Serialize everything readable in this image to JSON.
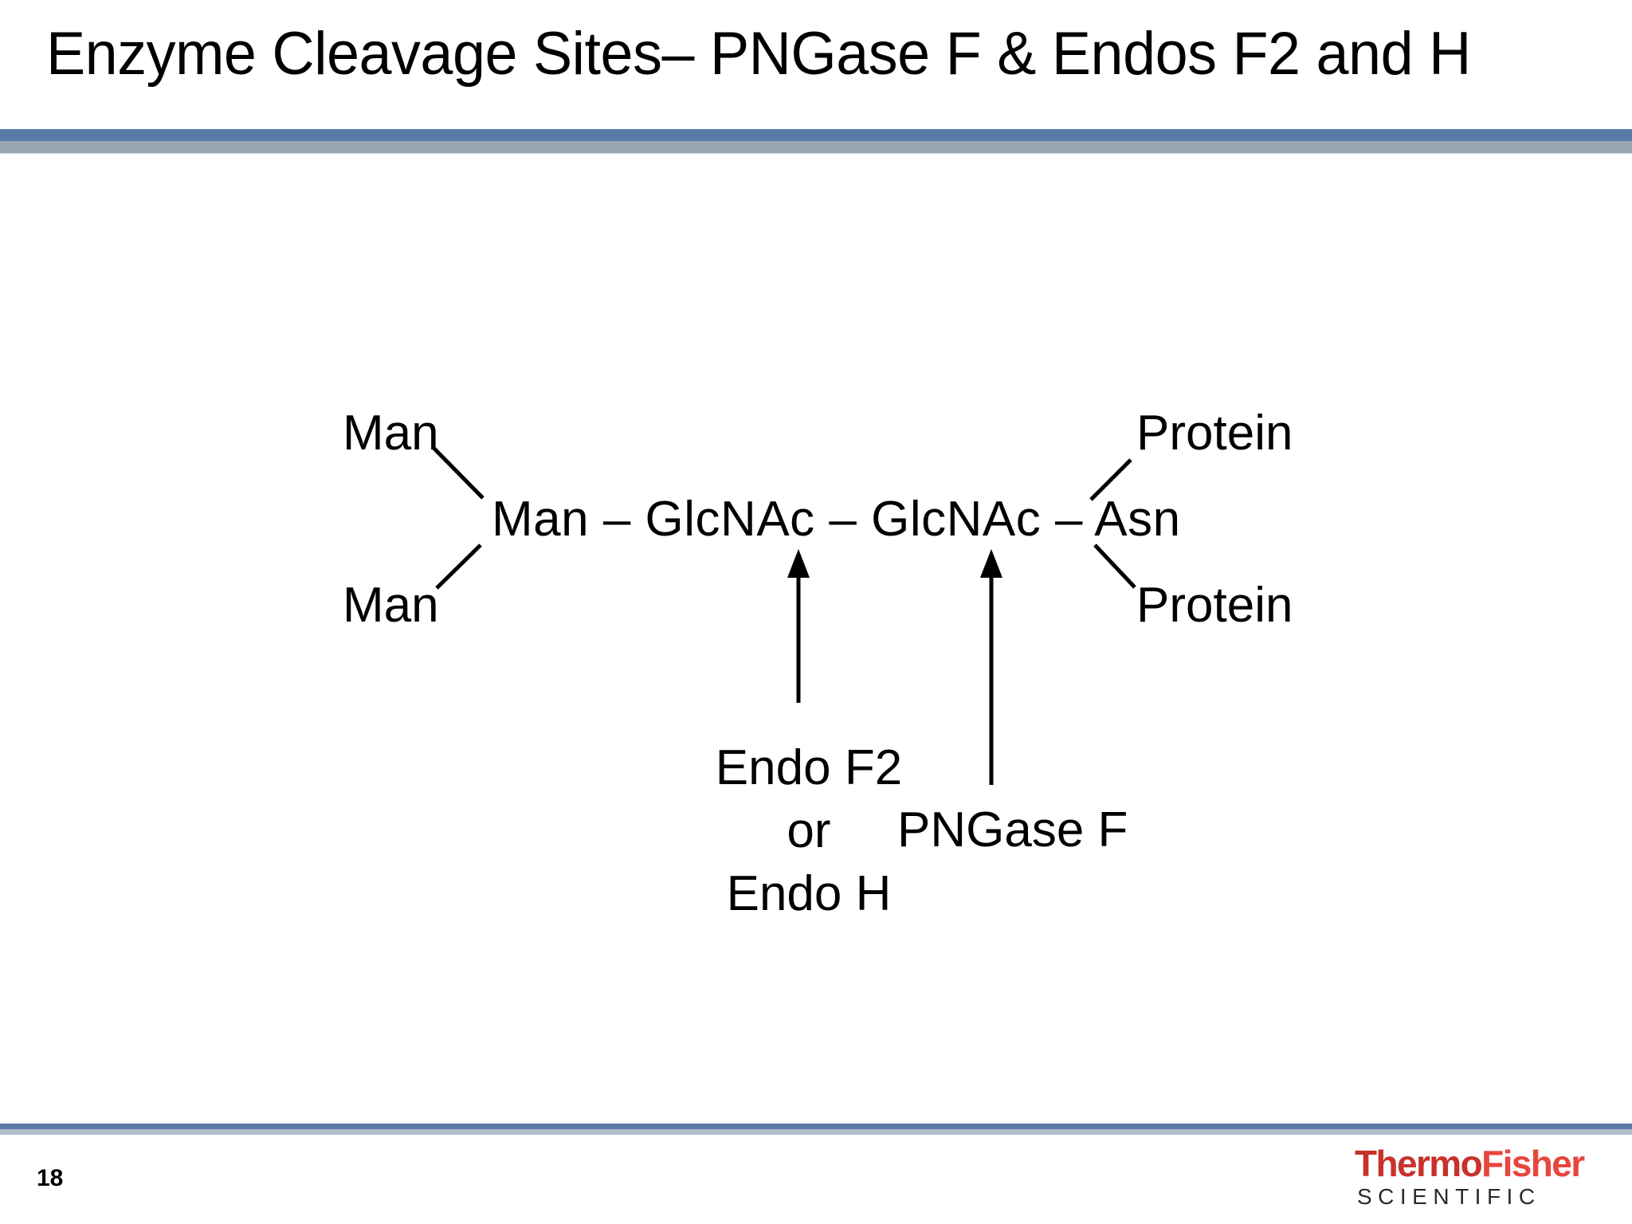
{
  "slide": {
    "title": "Enzyme Cleavage Sites– PNGase F & Endos F2 and H",
    "page_number": "18",
    "accent_color": "#5A7BA8",
    "background_color": "#FFFFFF",
    "text_color": "#000000"
  },
  "diagram": {
    "type": "glycan-cleavage-schematic",
    "branch_nodes": {
      "man_top": "Man",
      "man_bottom": "Man",
      "protein_top": "Protein",
      "protein_bottom": "Protein"
    },
    "chain": "Man – GlcNAc – GlcNAc – Asn",
    "chain_residues": [
      "Man",
      "GlcNAc",
      "GlcNAc",
      "Asn"
    ],
    "enzyme_callouts": [
      {
        "name": "endo-f2-or-endo-h",
        "lines": [
          "Endo F2",
          "or",
          "Endo H"
        ],
        "arrow_target": "between first GlcNAc and second GlcNAc"
      },
      {
        "name": "pngase-f",
        "lines": [
          "PNGase F"
        ],
        "arrow_target": "between second GlcNAc and Asn"
      }
    ]
  },
  "logo": {
    "word_primary": "Thermo",
    "word_secondary": "Fisher",
    "subtitle": "SCIENTIFIC",
    "primary_color": "#C8322B",
    "secondary_color": "#E8453C",
    "subtitle_color": "#2B2B2B"
  }
}
